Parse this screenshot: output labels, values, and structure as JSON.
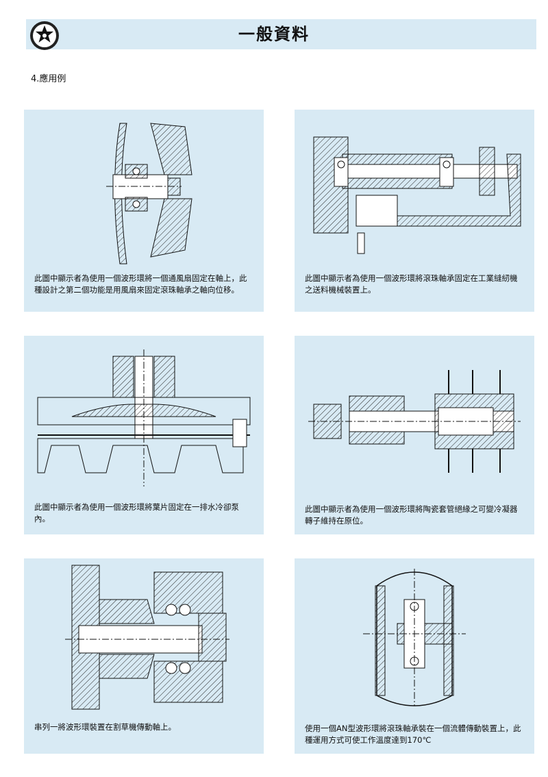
{
  "header": {
    "title": "一般資料",
    "logo_icon": "gear-star-icon",
    "band_color": "#d8eaf4"
  },
  "section": {
    "label": "4.應用例"
  },
  "examples": [
    {
      "caption": "此圖中顯示者為使用一個波形環將一個通風扇固定在軸上，此種設計之第二個功能是用風扇來固定滾珠軸承之軸向位移。",
      "drawing": "fan-on-shaft-drawing"
    },
    {
      "caption": "此圖中顯示者為使用一個波形環將滾珠軸承固定在工業縫紉機之送料機械裝置上。",
      "drawing": "sewing-machine-feed-drawing"
    },
    {
      "caption": "此圖中顯示者為使用一個波形環將葉片固定在一排水冷卻泵內。",
      "drawing": "water-pump-impeller-drawing"
    },
    {
      "caption": "此圖中顯示者為使用一個波形環將陶瓷套管絕緣之可變冷凝器轉子維持在原位。",
      "drawing": "variable-condenser-rotor-drawing"
    },
    {
      "caption": "串列一將波形環裝置在割草機傳動軸上。",
      "drawing": "lawnmower-driveshaft-drawing"
    },
    {
      "caption": "使用一個AN型波形環將滾珠軸承裝在一個流體傳動裝置上，此種運用方式可使工作溫度達到170℃",
      "drawing": "fluid-drive-coupling-drawing"
    }
  ]
}
